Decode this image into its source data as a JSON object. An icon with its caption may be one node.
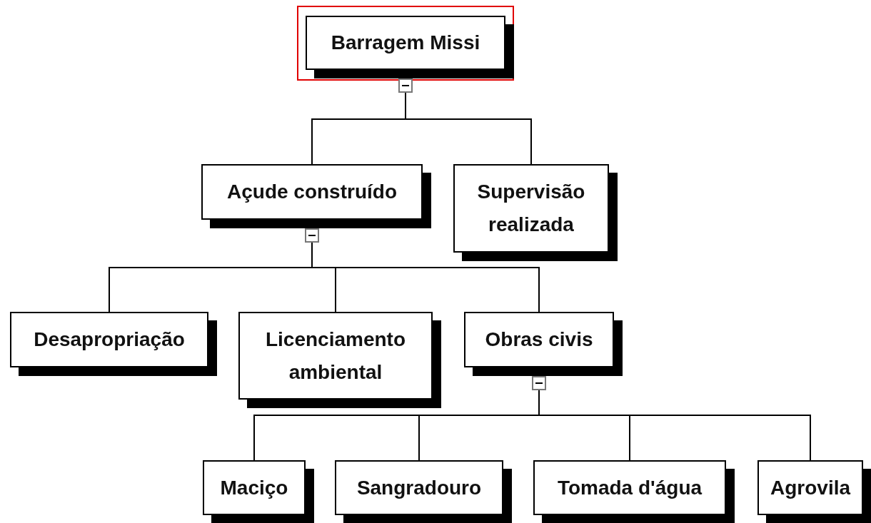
{
  "diagram": {
    "nodes": [
      {
        "text": [
          "Barragem Missi"
        ]
      },
      {
        "text": [
          "Açude construído"
        ]
      },
      {
        "text": [
          "Supervisão realizada"
        ]
      },
      {
        "text": [
          "Desapropriação"
        ]
      },
      {
        "text": [
          "Licenciamento ambiental"
        ]
      },
      {
        "text": [
          "Obras civis"
        ]
      },
      {
        "text": [
          "Maciço"
        ]
      },
      {
        "text": [
          "Sangradouro"
        ]
      },
      {
        "text": [
          "Tomada d'água"
        ]
      },
      {
        "text": [
          "Agrovila"
        ]
      }
    ],
    "edges": [
      {
        "from": 0,
        "to": 1,
        "arrow": "none"
      },
      {
        "from": 0,
        "to": 2,
        "arrow": "none"
      },
      {
        "from": 1,
        "to": 3,
        "arrow": "none"
      },
      {
        "from": 1,
        "to": 4,
        "arrow": "none"
      },
      {
        "from": 1,
        "to": 5,
        "arrow": "none"
      },
      {
        "from": 5,
        "to": 6,
        "arrow": "none"
      },
      {
        "from": 5,
        "to": 7,
        "arrow": "none"
      },
      {
        "from": 5,
        "to": 8,
        "arrow": "none"
      },
      {
        "from": 5,
        "to": 9,
        "arrow": "none"
      }
    ]
  }
}
